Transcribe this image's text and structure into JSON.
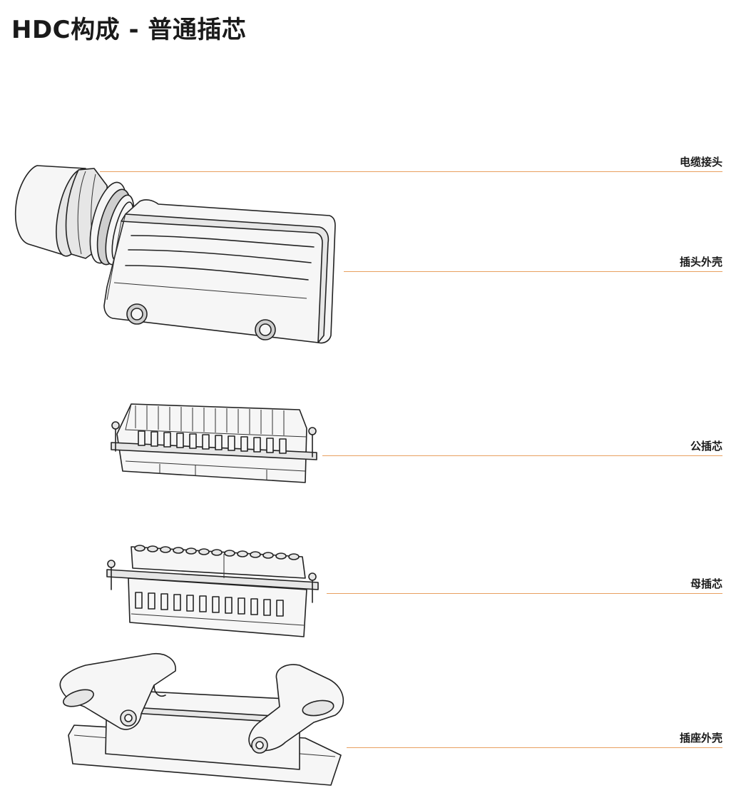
{
  "title": "HDC构成 - 普通插芯",
  "accent_color": "#e8a060",
  "parts": [
    {
      "label": "电缆接头",
      "icon": "cable-gland-icon"
    },
    {
      "label": "插头外壳",
      "icon": "plug-hood-icon"
    },
    {
      "label": "公插芯",
      "icon": "male-insert-icon"
    },
    {
      "label": "母插芯",
      "icon": "female-insert-icon"
    },
    {
      "label": "插座外壳",
      "icon": "socket-housing-icon"
    }
  ]
}
